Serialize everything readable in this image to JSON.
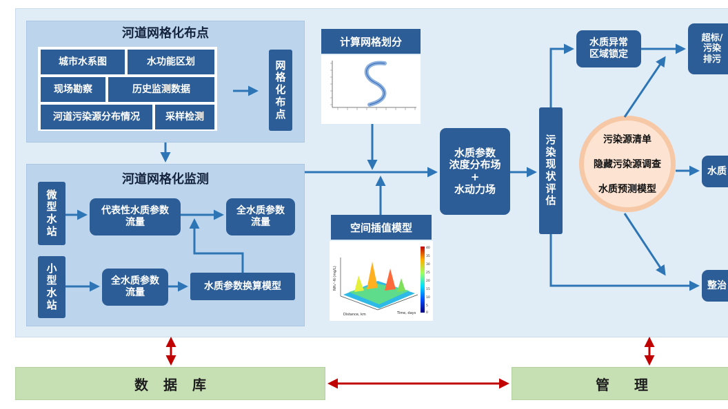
{
  "gridding_panel": {
    "title": "河道网格化布点",
    "items": [
      "城市水系图",
      "水功能区划",
      "现场勘察",
      "历史监测数据",
      "河道污染源分布情况",
      "采样检测"
    ],
    "result_chars": [
      "网",
      "格",
      "化",
      "布",
      "点"
    ]
  },
  "monitoring_panel": {
    "title": "河道网格化监测",
    "micro_station_chars": [
      "微",
      "型",
      "水",
      "站"
    ],
    "small_station_chars": [
      "小",
      "型",
      "水",
      "站"
    ],
    "rep_params": [
      "代表性水质参数",
      "流量"
    ],
    "full_params_top": [
      "全水质参数",
      "流量"
    ],
    "full_params_bottom": [
      "全水质参数",
      "流量"
    ],
    "conversion_model": "水质参数换算模型"
  },
  "mesh": {
    "title": "计算网格划分"
  },
  "interpolation": {
    "title": "空间插值模型",
    "xlabel": "Distance, km",
    "ylabel": "Time, days",
    "zlabel": "NH₄⁺-N (mg/L)",
    "colorbar_ticks": [
      "40",
      "35",
      "30",
      "25",
      "20",
      "15",
      "10",
      "5",
      "0"
    ]
  },
  "fields": {
    "line1": "水质参数",
    "line2": "浓度分布场",
    "line3": "+",
    "line4": "水动力场"
  },
  "assessment_chars": [
    "污",
    "染",
    "现",
    "状",
    "评",
    "估"
  ],
  "anomaly": [
    "水质异常",
    "区域锁定"
  ],
  "exceed": [
    "超标/",
    "污染",
    "排污"
  ],
  "water_quality_partial": "水质",
  "remediation_partial": "整治",
  "circle_items": [
    "污染源清单",
    "隐藏污染源调查",
    "水质预测模型"
  ],
  "database_label": "数据库",
  "management_label": "管理",
  "colors": {
    "box_blue": "#2c5d97",
    "panel_blue": "#bcd5ec",
    "background": "#e0edf7",
    "arrow_blue": "#2e75b6",
    "arrow_red": "#c00000",
    "bar_green": "#c6e0b4",
    "circle_fill": "#fde4d2",
    "circle_ring": "#f7c8a6"
  }
}
